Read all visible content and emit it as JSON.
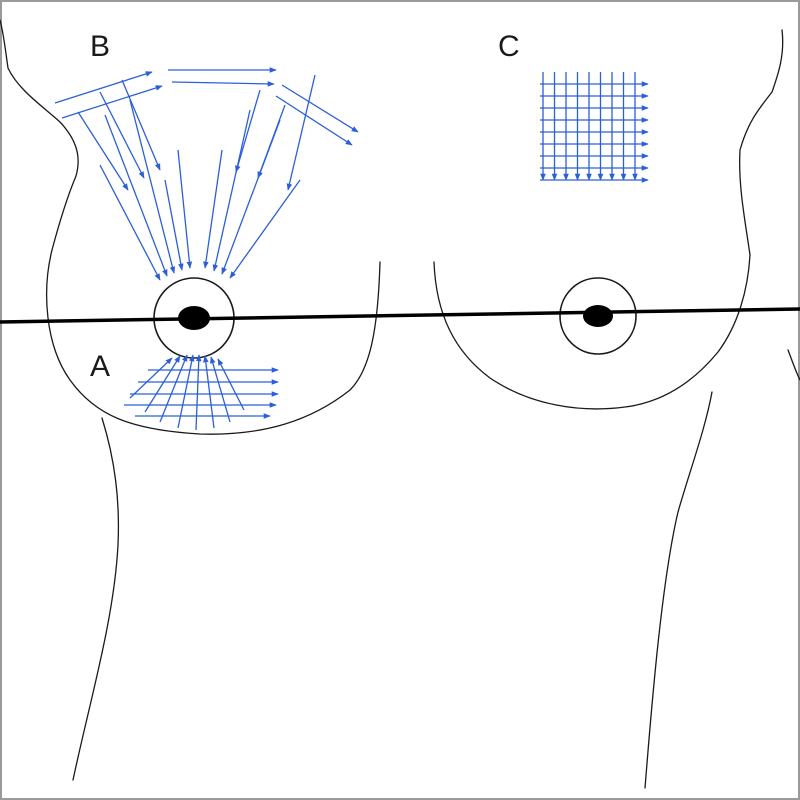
{
  "labels": {
    "a": "A",
    "b": "B",
    "c": "C"
  },
  "colors": {
    "outline": "#1a1a1a",
    "arrows": "#2b5fd9",
    "nipple": "#000000",
    "frame": "#9a9a9a",
    "background": "#ffffff"
  }
}
